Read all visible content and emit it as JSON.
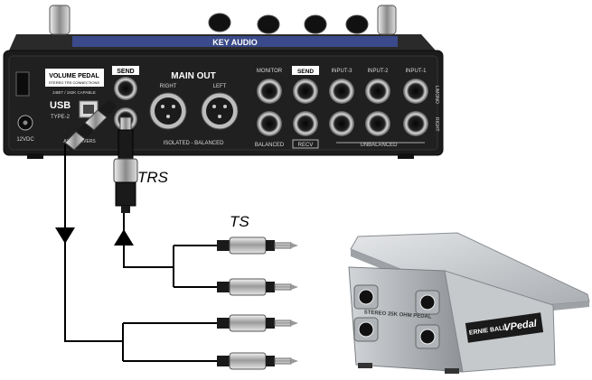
{
  "device": {
    "volume_pedal_title": "VOLUME PEDAL",
    "volume_pedal_subtitle": "STEREO TRS CONNECTIONS",
    "usb_capable": "24BIT / 192K CAPABLE",
    "usb_label": "USB",
    "usb_type": "TYPE-2",
    "usb_drivers": "ASIO DRIVERS",
    "power": "12VDC",
    "send": "SEND",
    "main_out": "MAIN OUT",
    "right": "RIGHT",
    "left": "LEFT",
    "isolated_balanced": "ISOLATED - BALANCED",
    "monitor": "MONITOR",
    "send2": "SEND",
    "input3": "INPUT-3",
    "input2": "INPUT-2",
    "input1": "INPUT-1",
    "balanced": "BALANCED",
    "recv": "RECV",
    "unbalanced": "UNBALANCED",
    "left_side": "L/MONO",
    "right_side": "RIGHT",
    "top_banner": "KEY AUDIO"
  },
  "labels": {
    "trs": "TRS",
    "ts": "TS"
  },
  "pedal": {
    "brand": "ERNIE BALL",
    "model": "VPedal",
    "text": "STEREO 25K OHM PEDAL"
  },
  "colors": {
    "device_body": "#1c1c1c",
    "wire": "#000000",
    "plug_chrome": "#c8c8c8",
    "pedal_silver": "#b8bcc0"
  }
}
